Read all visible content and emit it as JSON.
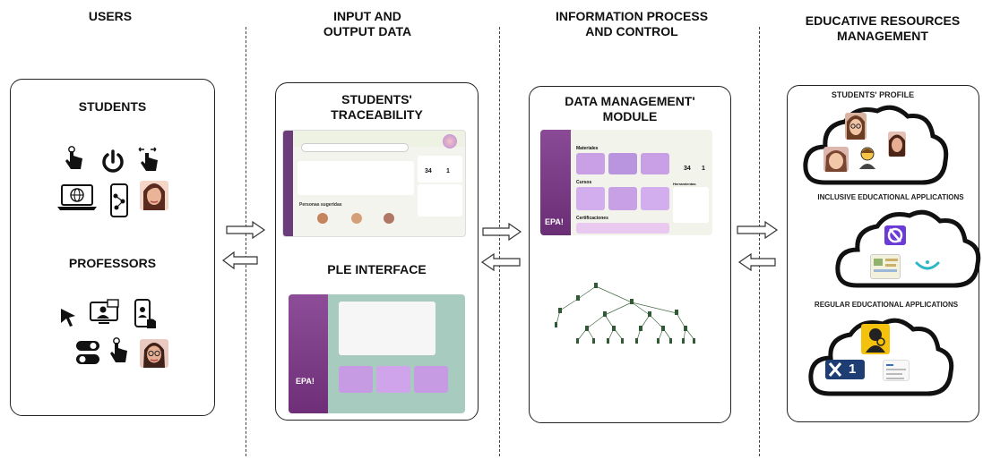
{
  "columns": {
    "users": "USERS",
    "input": "INPUT AND\nOUTPUT DATA",
    "process": "INFORMATION PROCESS\nAND CONTROL",
    "resources": "EDUCATIVE RESOURCES\nMANAGEMENT"
  },
  "users_panel": {
    "students": "STUDENTS",
    "professors": "PROFESSORS"
  },
  "io_panel": {
    "traceability": "STUDENTS'\nTRACEABILITY",
    "ple": "PLE INTERFACE",
    "ple_logo": "EPA!"
  },
  "process_panel": {
    "title": "DATA MANAGEMENT'\nMODULE",
    "logo": "EPA!",
    "materiales": "Materiales",
    "cursos": "Cursos",
    "certificaciones": "Certificaciones",
    "herramientas": "Herramientas"
  },
  "resources_panel": {
    "profile": "STUDENTS' PROFILE",
    "inclusive": "INCLUSIVE EDUCATIONAL APPLICATIONS",
    "regular": "REGULAR EDUCATIONAL APPLICATIONS"
  },
  "traceability_shot": {
    "sugeridas": "Personas sugeridas",
    "stat_a": "34",
    "stat_b": "1"
  },
  "process_shot": {
    "stat_a": "34",
    "stat_b": "1"
  },
  "app_badge": {
    "number": "1"
  }
}
